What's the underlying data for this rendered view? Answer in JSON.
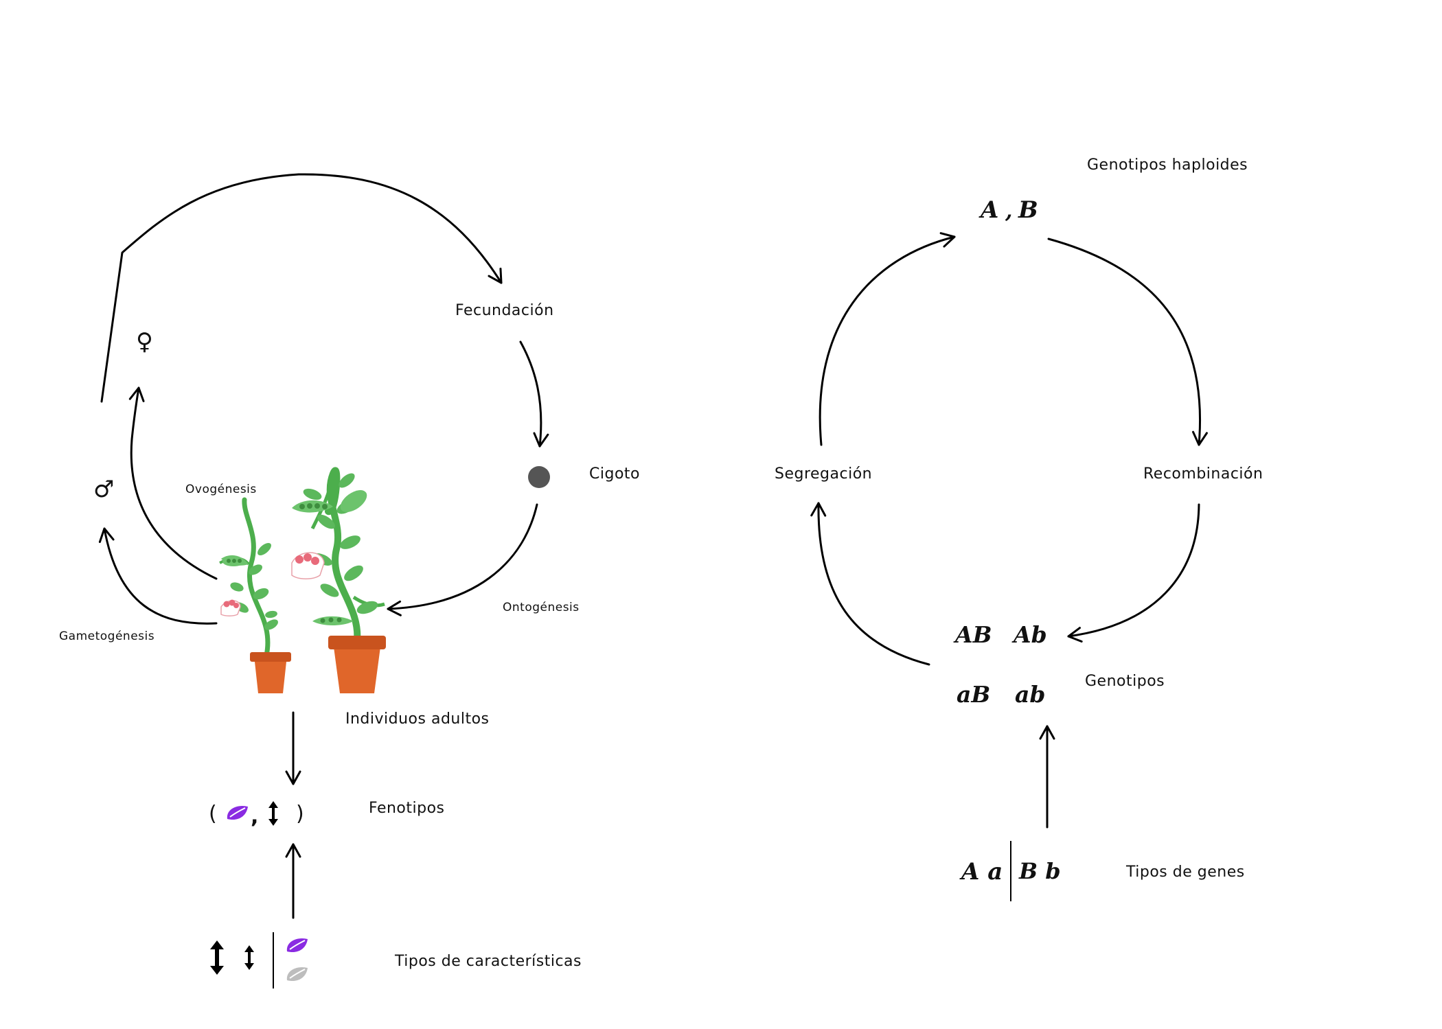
{
  "left_cycle": {
    "fecundacion": "Fecundación",
    "cigoto": "Cigoto",
    "ontogenesis": "Ontogénesis",
    "ovogenesis": "Ovogénesis",
    "gametogenesis": "Gametogénesis",
    "female_symbol": "♀",
    "male_symbol": "♂",
    "individuos_adultos": "Individuos adultos",
    "fenotipos": "Fenotipos",
    "tipos_caracteristicas": "Tipos de características",
    "phenotype_open": "(",
    "phenotype_comma": ",",
    "phenotype_close": ")"
  },
  "right_cycle": {
    "genotipos_haploides": "Genotipos haploides",
    "haploid_a": "A",
    "haploid_sep": ",",
    "haploid_b": "B",
    "segregacion": "Segregación",
    "recombinacion": "Recombinación",
    "genotipos": "Genotipos",
    "genotype_AB": "AB",
    "genotype_Ab": "Ab",
    "genotype_aB": "aB",
    "genotype_ab": "ab",
    "gene_types_left": "A a",
    "gene_types_right": "B b",
    "tipos_genes": "Tipos de genes"
  },
  "colors": {
    "purple_seed": "#8a2be2",
    "grey_seed": "#bdbdbd",
    "zygote": "#555555",
    "plant_green": "#5cb85c",
    "pot_orange": "#e0662a",
    "flower_pink": "#e86a7a"
  }
}
